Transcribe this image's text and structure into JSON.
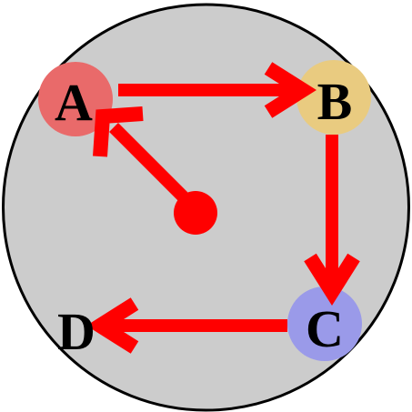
{
  "diagram": {
    "colors": {
      "background_disc": "#cccccc",
      "disc_outline": "#000000",
      "arrow": "#ff0000",
      "start_dot": "#ff0000",
      "node_a_fill": "#e96a6a",
      "node_b_fill": "#e9cb80",
      "node_c_fill": "#9a9ae9"
    },
    "nodes": [
      {
        "id": "A",
        "label": "A"
      },
      {
        "id": "B",
        "label": "B"
      },
      {
        "id": "C",
        "label": "C"
      },
      {
        "id": "D",
        "label": "D"
      }
    ],
    "edges": [
      {
        "from": "start",
        "to": "A"
      },
      {
        "from": "A",
        "to": "B"
      },
      {
        "from": "B",
        "to": "C"
      },
      {
        "from": "C",
        "to": "D"
      }
    ]
  }
}
